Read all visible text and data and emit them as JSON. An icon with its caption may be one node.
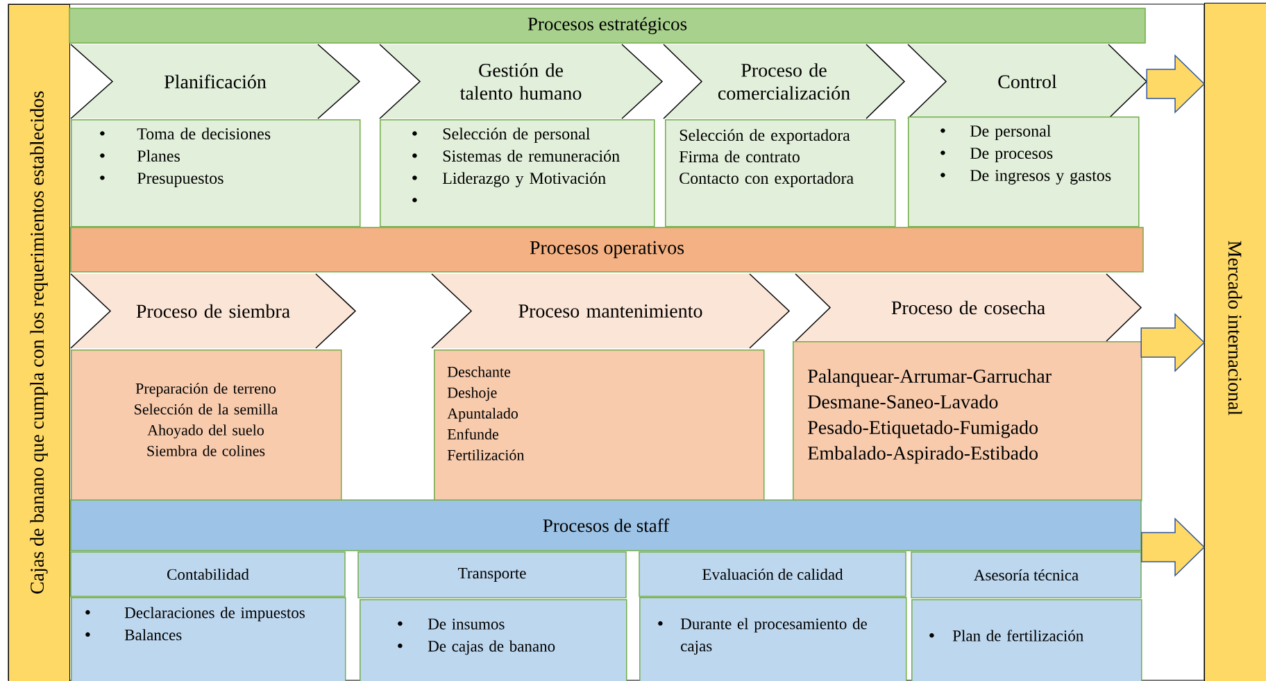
{
  "diagram": {
    "nodes": [
      {
        "text": [
          "Cajas de banano que cumpla con los requerimientos establecidos"
        ]
      },
      {
        "text": [
          "Procesos estratégicos"
        ]
      },
      {
        "text": [
          "Planificación"
        ]
      },
      {
        "text": [
          "Toma de decisiones",
          "Planes",
          "Presupuestos"
        ]
      },
      {
        "text": [
          "Gestión de talento humano"
        ]
      },
      {
        "text": [
          "Selección de personal",
          "Sistemas de remuneración",
          "Liderazgo y Motivación"
        ]
      },
      {
        "text": [
          "Proceso de comercialización"
        ]
      },
      {
        "text": [
          "Selección de exportadora",
          "Firma de contrato",
          "Contacto con exportadora"
        ]
      },
      {
        "text": [
          "Control"
        ]
      },
      {
        "text": [
          "De personal",
          "De procesos",
          "De ingresos y gastos"
        ]
      },
      {
        "text": [
          "Procesos operativos"
        ]
      },
      {
        "text": [
          "Proceso de siembra"
        ]
      },
      {
        "text": [
          "Preparación de terreno",
          "Selección de la semilla",
          "Ahoyado del suelo",
          "Siembra de colines"
        ]
      },
      {
        "text": [
          "Proceso mantenimiento"
        ]
      },
      {
        "text": [
          "Deschante",
          "Deshoje",
          "Apuntalado",
          "Enfunde",
          "Fertilización"
        ]
      },
      {
        "text": [
          "Proceso de cosecha"
        ]
      },
      {
        "text": [
          "Palanquear-Arrumar-Garruchar",
          "Desmane-Saneo-Lavado",
          "Pesado-Etiquetado-Fumigado",
          "Embalado-Aspirado-Estibado"
        ]
      },
      {
        "text": [
          "Procesos de staff"
        ]
      },
      {
        "text": [
          "Contabilidad"
        ]
      },
      {
        "text": [
          "Declaraciones de impuestos",
          "Balances"
        ]
      },
      {
        "text": [
          "Transporte"
        ]
      },
      {
        "text": [
          "De insumos",
          "De cajas de banano"
        ]
      },
      {
        "text": [
          "Evaluación de calidad"
        ]
      },
      {
        "text": [
          "Durante el procesamiento de cajas"
        ]
      },
      {
        "text": [
          "Asesoría técnica"
        ]
      },
      {
        "text": [
          "Plan de fertilización"
        ]
      },
      {
        "text": [
          "Mercado internacional"
        ]
      }
    ],
    "edges": [
      {
        "from": 8,
        "to": 26,
        "arrow": "to"
      },
      {
        "from": 15,
        "to": 26,
        "arrow": "to"
      },
      {
        "from": 17,
        "to": 26,
        "arrow": "to"
      }
    ]
  }
}
